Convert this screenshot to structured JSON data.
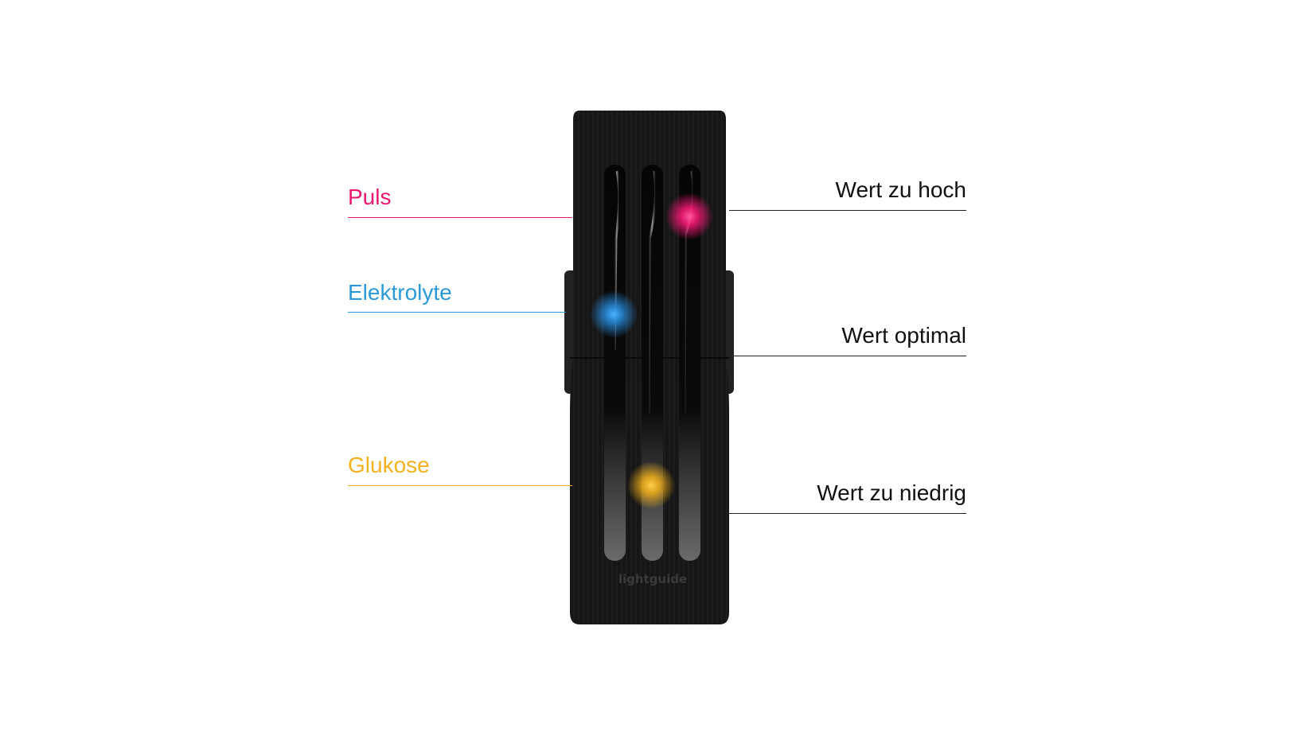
{
  "labels": {
    "left": [
      {
        "id": "puls",
        "text": "Puls",
        "color": "#e8176f"
      },
      {
        "id": "elektrolyte",
        "text": "Elektrolyte",
        "color": "#2a9ad8"
      },
      {
        "id": "glukose",
        "text": "Glukose",
        "color": "#f2b21e"
      }
    ],
    "right": [
      {
        "id": "hoch",
        "text": "Wert zu hoch"
      },
      {
        "id": "optimal",
        "text": "Wert optimal"
      },
      {
        "id": "niedrig",
        "text": "Wert zu niedrig"
      }
    ]
  },
  "device": {
    "brand": "lightguide",
    "body_color": "#141414",
    "indicators": [
      {
        "channel": "Elektrolyte",
        "level": "Wert optimal",
        "color": "#2a8fe0"
      },
      {
        "channel": "Glukose",
        "level": "Wert zu niedrig",
        "color": "#f5b21a"
      },
      {
        "channel": "Puls",
        "level": "Wert zu hoch",
        "color": "#ff1a7a"
      }
    ]
  }
}
